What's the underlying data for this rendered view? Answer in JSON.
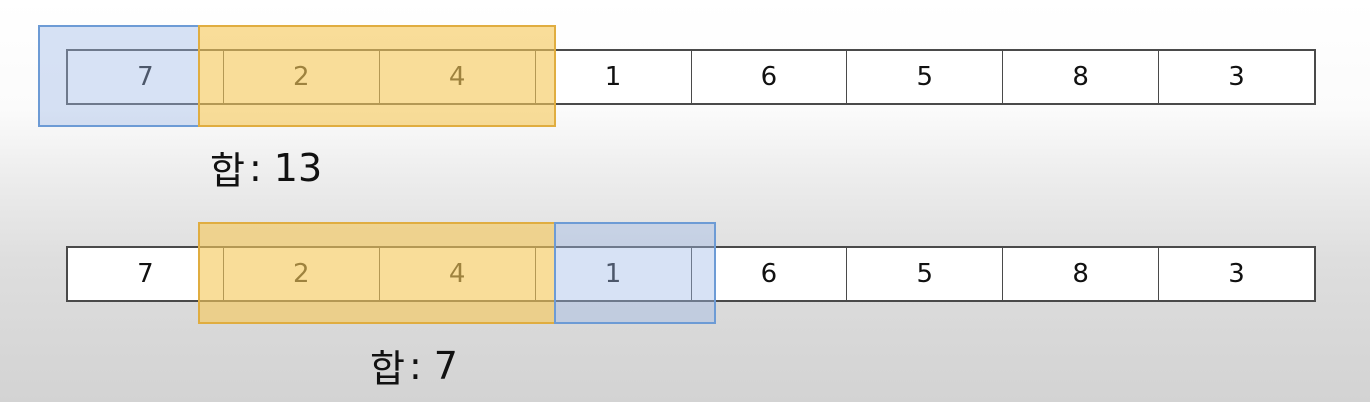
{
  "rows": [
    {
      "cells": [
        "7",
        "2",
        "4",
        "1",
        "6",
        "5",
        "8",
        "3"
      ],
      "sum_label": "합",
      "sum_colon": ":",
      "sum_value": "13"
    },
    {
      "cells": [
        "7",
        "2",
        "4",
        "1",
        "6",
        "5",
        "8",
        "3"
      ],
      "sum_label": "합",
      "sum_colon": ":",
      "sum_value": "7"
    }
  ],
  "colors": {
    "window_highlight": "#f5c85a",
    "changed_element_highlight": "#a0b9e6",
    "cell_border": "#4a4a4a"
  }
}
